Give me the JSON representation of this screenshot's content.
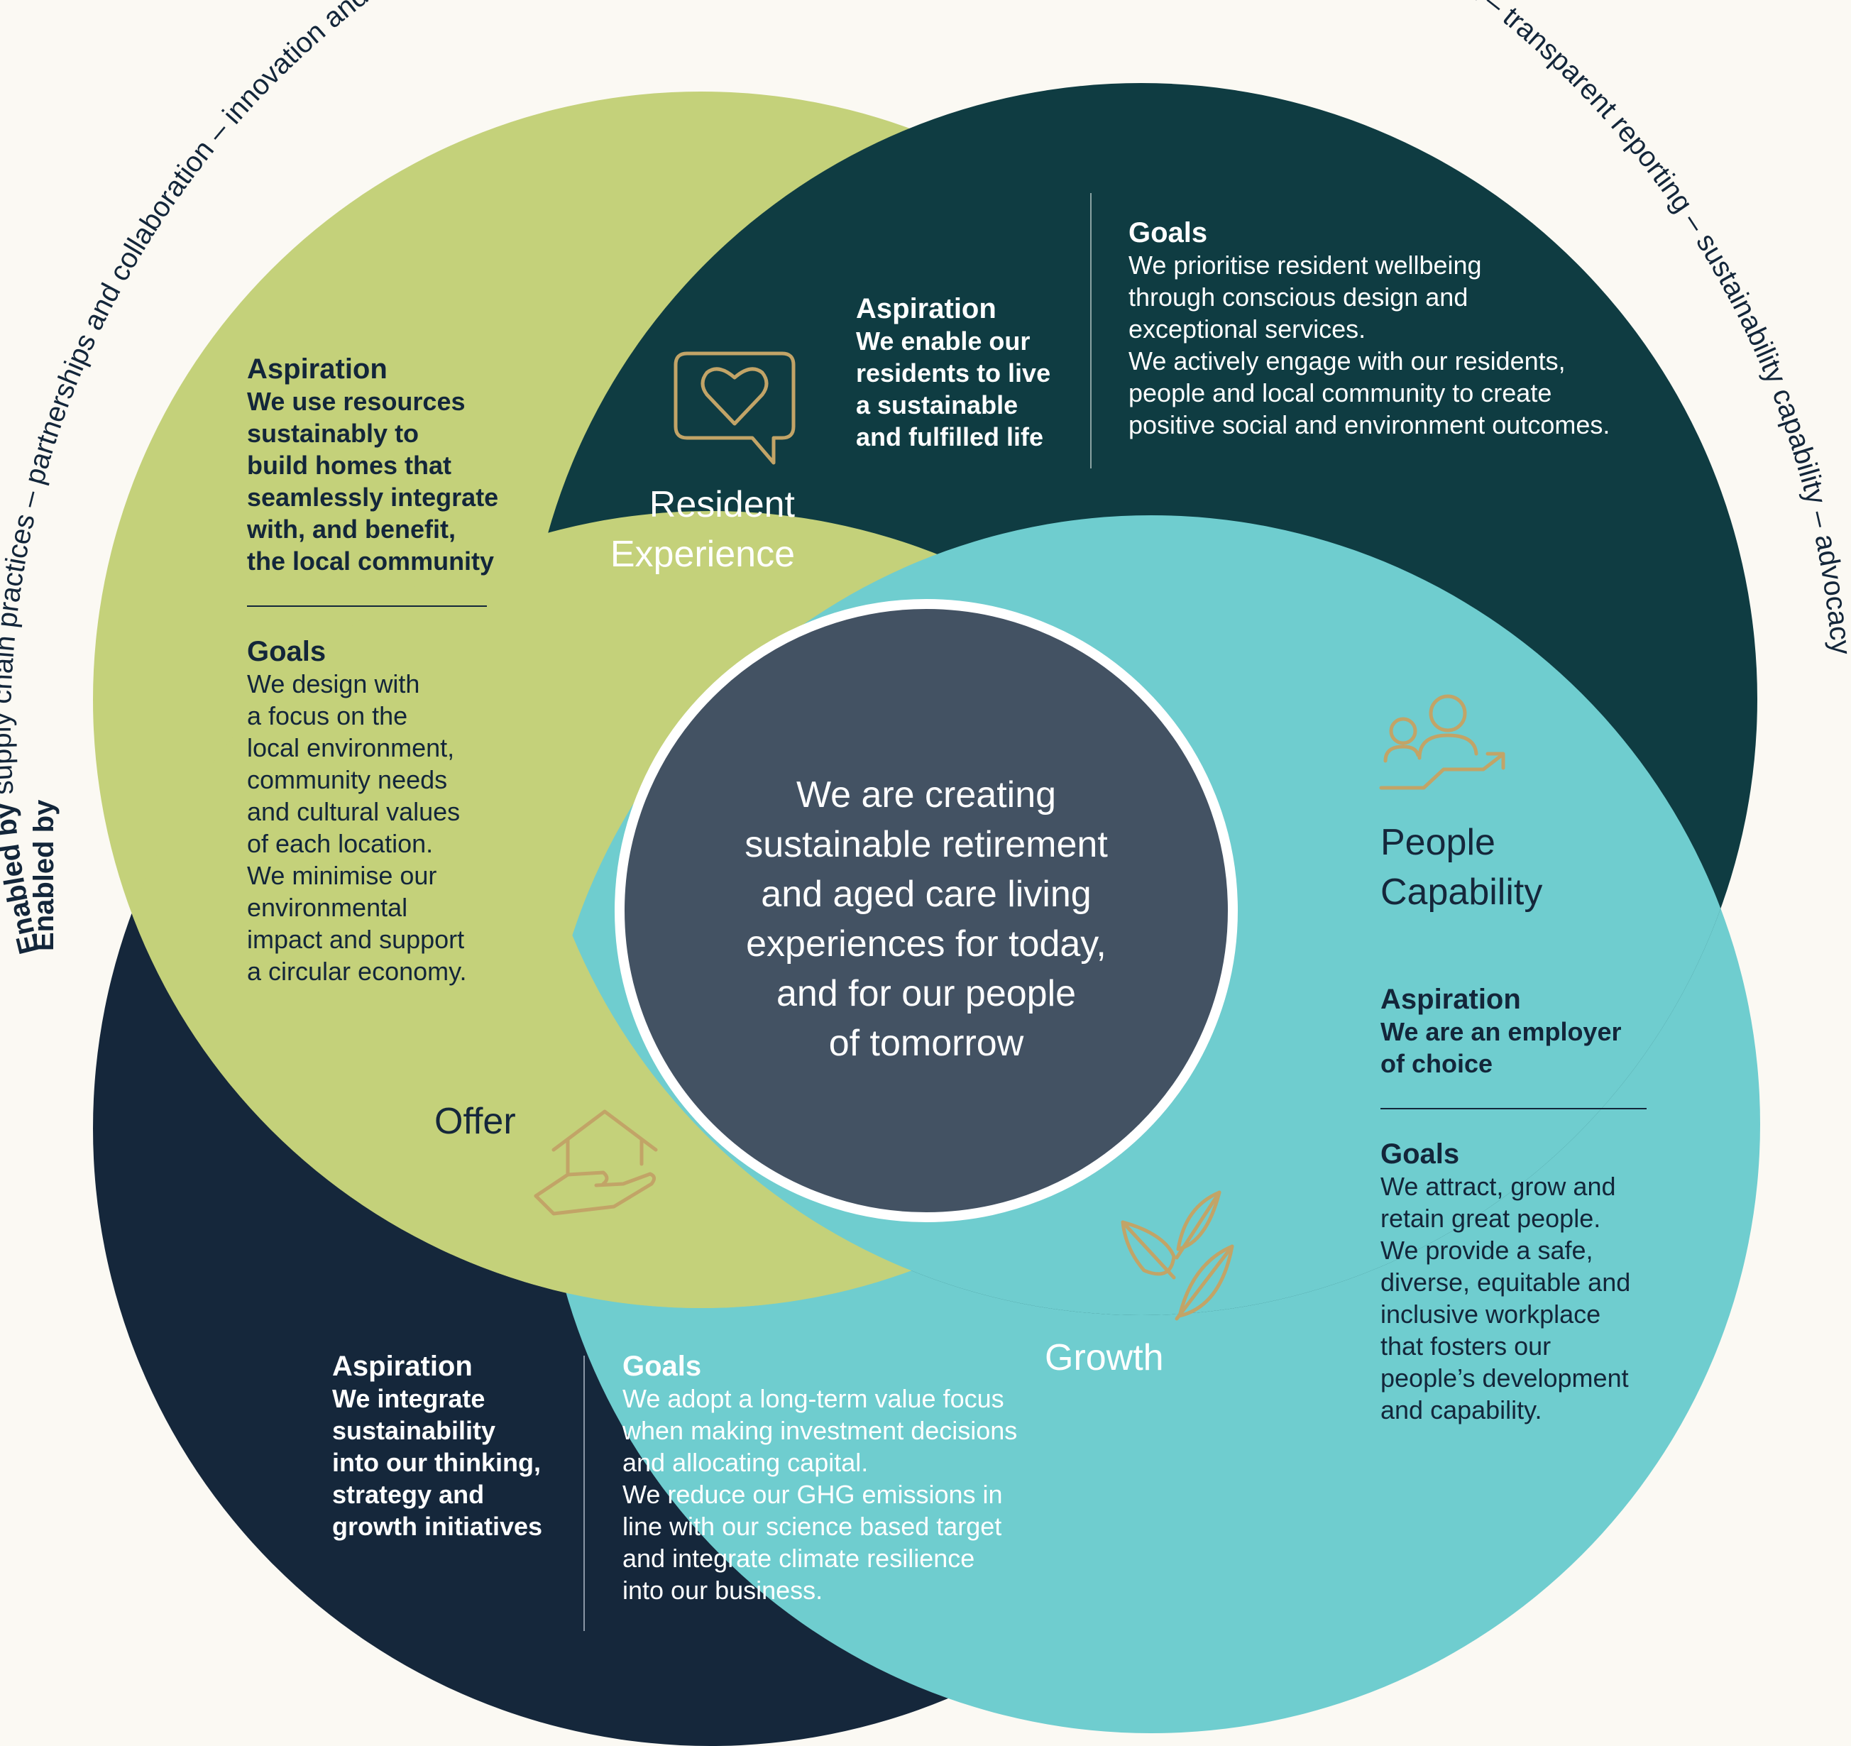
{
  "colors": {
    "background": "#fbf9f3",
    "offer_circle": "#c4d17a",
    "resident_circle": "#0f3c42",
    "people_circle": "#6fcdcf",
    "growth_circle": "#15273b",
    "center_circle": "#435263",
    "center_ring": "#ffffff",
    "icon_gold": "#c2a467",
    "dark_text": "#13263a"
  },
  "center": {
    "text": "We are creating\nsustainable retirement\nand aged care living\nexperiences for today,\nand for our people\nof tomorrow"
  },
  "enablers": {
    "lead": "Enabled by",
    "start": " supply chain practices – partnerships and collaboration – innovation and technology - sustainability risk management - policies and processes - data and measurement – transparent reporting – sustainability capability – advocacy"
  },
  "pillars": {
    "offer": {
      "title": "Offer",
      "icon": "house-in-hand-icon",
      "aspiration_heading": "Aspiration",
      "aspiration": "We use resources\nsustainably to\nbuild homes that\nseamlessly integrate\nwith, and benefit,\nthe local community",
      "goals_heading": "Goals",
      "goals": [
        "We design with\na focus on the\nlocal environment,\ncommunity needs\nand cultural values\nof each location.",
        "We minimise our\nenvironmental\nimpact and support\na circular economy."
      ]
    },
    "resident": {
      "title": "Resident\nExperience",
      "icon": "heart-speech-bubble-icon",
      "aspiration_heading": "Aspiration",
      "aspiration": "We enable our\nresidents to live\na sustainable\nand fulfilled life",
      "goals_heading": "Goals",
      "goals": [
        "We prioritise resident wellbeing\nthrough conscious design and\nexceptional services.",
        "We actively engage with our residents,\npeople and local community to create\npositive social and environment outcomes."
      ]
    },
    "people": {
      "title": "People\nCapability",
      "icon": "people-growth-icon",
      "aspiration_heading": "Aspiration",
      "aspiration": "We are an employer\nof choice",
      "goals_heading": "Goals",
      "goals": [
        "We attract, grow and\nretain great people.",
        "We provide a safe,\ndiverse, equitable and\ninclusive workplace\nthat fosters our\npeople’s development\nand capability."
      ]
    },
    "growth": {
      "title": "Growth",
      "icon": "leaves-icon",
      "aspiration_heading": "Aspiration",
      "aspiration": "We integrate\nsustainability\ninto our thinking,\nstrategy and\ngrowth initiatives",
      "goals_heading": "Goals",
      "goals": [
        "We adopt a long-term value focus\nwhen making investment decisions\nand allocating capital.",
        "We reduce our GHG emissions in\nline with our science based target\nand integrate climate resilience\ninto our business."
      ]
    }
  }
}
